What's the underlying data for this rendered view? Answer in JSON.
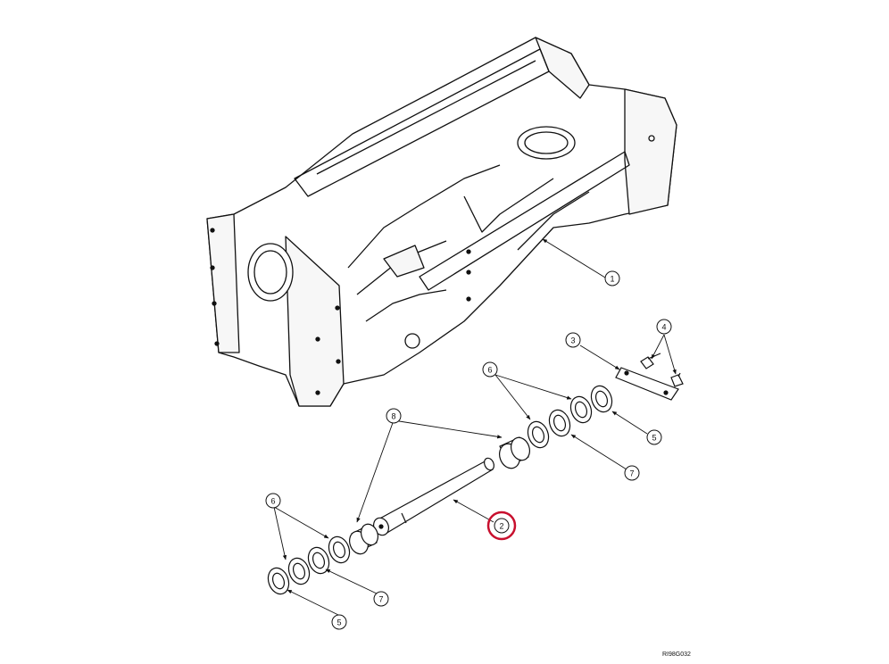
{
  "figure_code": "RI98G032",
  "highlight_color": "#c8102e",
  "callouts": [
    {
      "id": "c1",
      "label": "1"
    },
    {
      "id": "c2",
      "label": "2",
      "highlighted": true
    },
    {
      "id": "c3",
      "label": "3"
    },
    {
      "id": "c4",
      "label": "4"
    },
    {
      "id": "c5a",
      "label": "5"
    },
    {
      "id": "c5b",
      "label": "5"
    },
    {
      "id": "c6a",
      "label": "6"
    },
    {
      "id": "c6b",
      "label": "6"
    },
    {
      "id": "c7a",
      "label": "7"
    },
    {
      "id": "c7b",
      "label": "7"
    },
    {
      "id": "c8",
      "label": "8"
    }
  ]
}
